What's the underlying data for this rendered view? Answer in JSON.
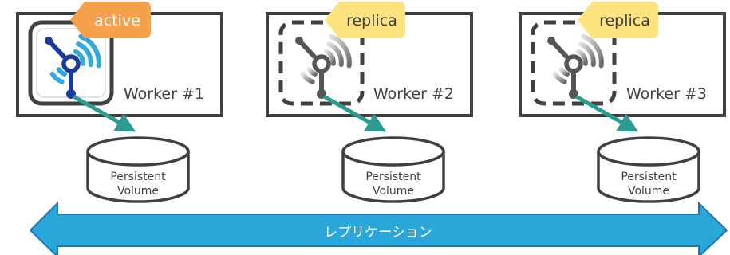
{
  "nodes": [
    {
      "worker_label": "Worker #1",
      "role": "active",
      "role_color": "#f5a04a",
      "pod_style": "solid",
      "icon": "database-signal-icon-color",
      "volume_label": [
        "Persistent",
        "Volume"
      ]
    },
    {
      "worker_label": "Worker #2",
      "role": "replica",
      "role_color": "#fde280",
      "pod_style": "dashed",
      "icon": "database-signal-icon-gray",
      "volume_label": [
        "Persistent",
        "Volume"
      ]
    },
    {
      "worker_label": "Worker #3",
      "role": "replica",
      "role_color": "#fde280",
      "pod_style": "dashed",
      "icon": "database-signal-icon-gray",
      "volume_label": [
        "Persistent",
        "Volume"
      ]
    }
  ],
  "replication": {
    "label": "レプリケーション",
    "color": "#2aa7d8"
  },
  "colors": {
    "box_border": "#404040",
    "link_arrow": "#2a9d90",
    "active_icon": "#1a3b9c",
    "active_rings": "#33a9dd"
  }
}
